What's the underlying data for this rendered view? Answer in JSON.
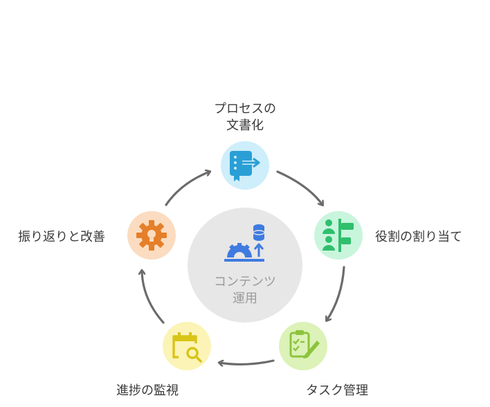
{
  "center": {
    "lines": [
      "コンテンツ",
      "運用"
    ],
    "icon": "gear-database-icon",
    "color": "#e7e7e7",
    "icon_color": "#3f7be0"
  },
  "nodes": [
    {
      "id": "document",
      "lines": [
        "プロセスの",
        "文書化"
      ],
      "icon": "document-arrow-icon",
      "fill": "#cdeefa",
      "icon_color": "#2a9fd6"
    },
    {
      "id": "roles",
      "lines": [
        "役割の割り当て"
      ],
      "icon": "people-flag-icon",
      "fill": "#c9f5dd",
      "icon_color": "#2fbf6d"
    },
    {
      "id": "tasks",
      "lines": [
        "タスク管理"
      ],
      "icon": "clipboard-check-icon",
      "fill": "#dcf2b8",
      "icon_color": "#8cc43c"
    },
    {
      "id": "monitor",
      "lines": [
        "進捗の監視"
      ],
      "icon": "calendar-search-icon",
      "fill": "#fbf4b6",
      "icon_color": "#d9c418"
    },
    {
      "id": "improve",
      "lines": [
        "振り返りと改善"
      ],
      "icon": "gear-icon",
      "fill": "#fbdcc0",
      "icon_color": "#e57f2a"
    }
  ],
  "arrow_color": "#6b6b6b"
}
